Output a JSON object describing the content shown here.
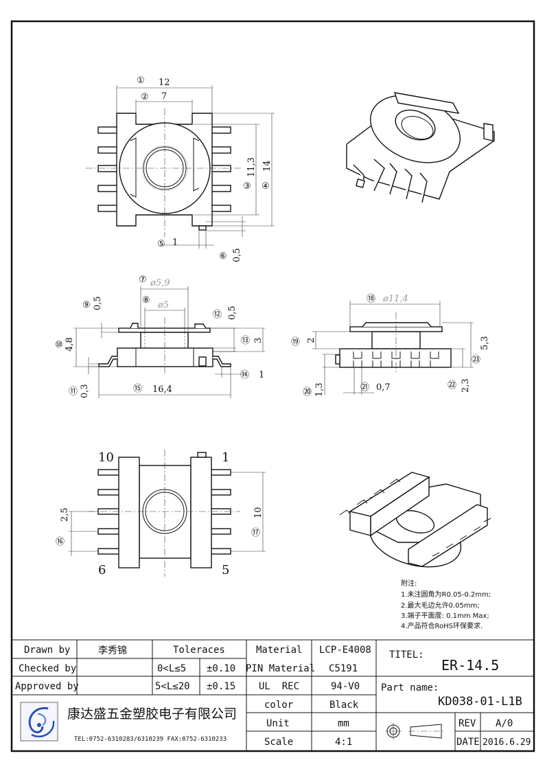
{
  "views": {
    "top": {
      "dims": [
        {
          "id": "①",
          "value": "12"
        },
        {
          "id": "②",
          "value": "7"
        },
        {
          "id": "③",
          "value": "11,3"
        },
        {
          "id": "④",
          "value": "14"
        },
        {
          "id": "⑤",
          "value": "1"
        },
        {
          "id": "⑥",
          "value": "0,5"
        }
      ]
    },
    "front": {
      "dims": [
        {
          "id": "⑦",
          "value": "ø5,9"
        },
        {
          "id": "⑧",
          "value": "ø5"
        },
        {
          "id": "⑨",
          "value": "0,5"
        },
        {
          "id": "⑩",
          "value": "4,8"
        },
        {
          "id": "⑪",
          "value": "0,3"
        },
        {
          "id": "⑫",
          "value": "0,5"
        },
        {
          "id": "⑬",
          "value": "3"
        },
        {
          "id": "⑭",
          "value": "1"
        },
        {
          "id": "⑮",
          "value": "16,4"
        }
      ]
    },
    "side": {
      "dims": [
        {
          "id": "⑱",
          "value": "ø11,4"
        },
        {
          "id": "⑲",
          "value": "2"
        },
        {
          "id": "⑳",
          "value": "1,3"
        },
        {
          "id": "㉑",
          "value": "0,7"
        },
        {
          "id": "㉒",
          "value": "2,3"
        },
        {
          "id": "㉓",
          "value": "5,3"
        }
      ]
    },
    "bottom": {
      "pin_labels": [
        "10",
        "1",
        "6",
        "5"
      ],
      "dims": [
        {
          "id": "⑯",
          "value": "2,5"
        },
        {
          "id": "⑰",
          "value": "10"
        }
      ]
    }
  },
  "notes": {
    "title": "附注:",
    "items": [
      "1.未注圆角为R0.05-0.2mm;",
      "2.最大毛边允许0.05mm;",
      "3.端子平面度: 0.1mm Max;",
      "4.产品符合RoHS环保要求."
    ]
  },
  "title_block": {
    "drawn_by_label": "Drawn by",
    "drawn_by": "李秀锦",
    "checked_by_label": "Checked by",
    "checked_by": "",
    "approved_by_label": "Approved by",
    "approved_by": "",
    "tolerances_label": "Toleraces",
    "tolerances": [
      {
        "range": "0<L≤5",
        "value": "±0.10"
      },
      {
        "range": "5<L≤20",
        "value": "±0.15"
      }
    ],
    "company": "康达盛五金塑胶电子有限公司",
    "contact": "TEL:0752-6310283/6310239  FAX:0752-6310233",
    "specs": [
      {
        "label": "Material",
        "value": "LCP-E4008"
      },
      {
        "label": "PIN Material",
        "value": "C5191"
      },
      {
        "label": "UL  REC",
        "value": "94-V0"
      },
      {
        "label": "color",
        "value": "Black"
      },
      {
        "label": "Unit",
        "value": "mm"
      },
      {
        "label": "Scale",
        "value": "4:1"
      }
    ],
    "title_label": "TITEL:",
    "title": "ER-14.5",
    "part_name_label": "Part name:",
    "part_name": "KD038-01-L1B",
    "rev_label": "REV",
    "rev": "A/0",
    "date_label": "DATE",
    "date": "2016.6.29",
    "logo_color": "#2a4fb8"
  }
}
